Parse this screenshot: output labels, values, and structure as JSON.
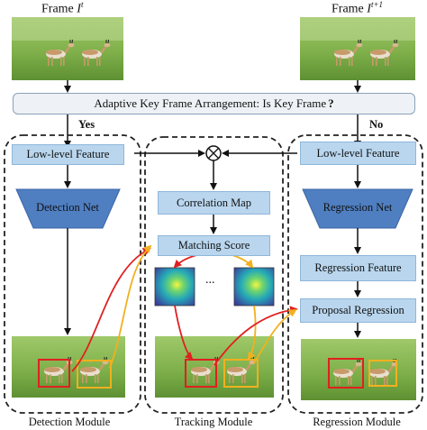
{
  "frames": {
    "left_title_text": "Frame",
    "left_title_var": "I",
    "left_title_sup": "t",
    "right_title_text": "Frame",
    "right_title_var": "I",
    "right_title_sup": "t+1"
  },
  "banner": {
    "text": "Adaptive Key Frame Arrangement: Is Key Frame",
    "question": "?"
  },
  "branches": {
    "yes": "Yes",
    "no": "No"
  },
  "detection": {
    "low_level": "Low-level Feature",
    "net": "Detection Net",
    "module_label": "Detection Module"
  },
  "tracking": {
    "correlation": "Correlation Map",
    "matching": "Matching Score",
    "ellipsis": "...",
    "module_label": "Tracking Module"
  },
  "regression": {
    "low_level": "Low-level Feature",
    "net": "Regression Net",
    "feature": "Regression Feature",
    "proposal": "Proposal Regression",
    "module_label": "Regression Module"
  },
  "colors": {
    "box_fill": "#b9d6ee",
    "trapezoid_fill": "#4f7fc1",
    "arrow_red": "#e02020",
    "arrow_yellow": "#f2b01e",
    "dashed_border": "#222222"
  }
}
